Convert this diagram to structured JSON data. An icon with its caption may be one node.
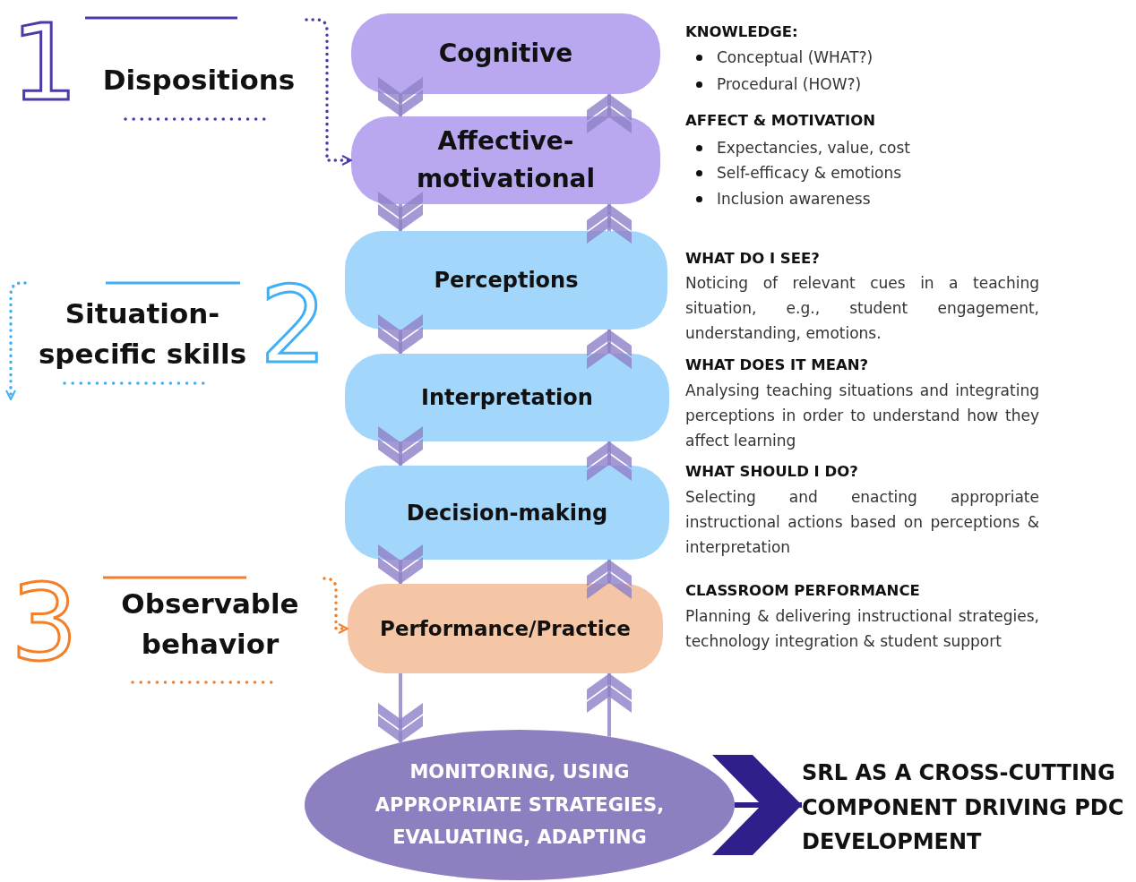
{
  "diagram": {
    "nodes": [
      {
        "text": [
          "Cognitive"
        ]
      },
      {
        "text": [
          "Affective-motivational"
        ]
      },
      {
        "text": [
          "Perceptions"
        ]
      },
      {
        "text": [
          "Interpretation"
        ]
      },
      {
        "text": [
          "Decision-making"
        ]
      },
      {
        "text": [
          "Performance/Practice"
        ]
      },
      {
        "text": [
          "MONITORING, USING APPROPRIATE STRATEGIES, EVALUATING, ADAPTING"
        ]
      },
      {
        "text": [
          "1",
          "Dispositions"
        ]
      },
      {
        "text": [
          "Situation-specific skills",
          "2"
        ]
      },
      {
        "text": [
          "3",
          "Observable behavior"
        ]
      },
      {
        "text": [
          "SRL AS A CROSS-CUTTING COMPONENT DRIVING PDC DEVELOPMENT"
        ]
      }
    ],
    "edges": [
      {
        "from": 0,
        "to": 1,
        "arrow": "to"
      },
      {
        "from": 1,
        "to": 2,
        "arrow": "to"
      },
      {
        "from": 2,
        "to": 3,
        "arrow": "to"
      },
      {
        "from": 3,
        "to": 4,
        "arrow": "to"
      },
      {
        "from": 4,
        "to": 5,
        "arrow": "to"
      },
      {
        "from": 5,
        "to": 6,
        "arrow": "to"
      },
      {
        "from": 6,
        "to": 5,
        "arrow": "to"
      },
      {
        "from": 5,
        "to": 4,
        "arrow": "to"
      },
      {
        "from": 4,
        "to": 3,
        "arrow": "to"
      },
      {
        "from": 3,
        "to": 2,
        "arrow": "to"
      },
      {
        "from": 2,
        "to": 1,
        "arrow": "to"
      },
      {
        "from": 1,
        "to": 0,
        "arrow": "to"
      },
      {
        "from": 6,
        "to": 10,
        "arrow": "to",
        "color": "#2e1f8a"
      },
      {
        "from": 7,
        "to": 1,
        "arrow": "to",
        "style": "dashed",
        "color": "#4b3aa8"
      },
      {
        "from": 8,
        "to": null,
        "arrow": "to",
        "style": "dashed",
        "color": "#3fb0f5"
      },
      {
        "from": 9,
        "to": 5,
        "arrow": "to",
        "style": "dashed",
        "color": "#f27f2a"
      }
    ],
    "labels": [
      "KNOWLEDGE:",
      "Conceptual (WHAT?)",
      "Procedural (HOW?)",
      "AFFECT & MOTIVATION",
      "Expectancies, value, cost",
      "Self-efficacy & emotions",
      "Inclusion awareness",
      "WHAT DO I SEE?",
      "Noticing of relevant cues in a teaching situation, e.g., student engagement, understanding, emotions.",
      "WHAT DOES IT MEAN?",
      "Analysing teaching situations and integrating perceptions in order to understand how they affect learning",
      "WHAT SHOULD I DO?",
      "Selecting and enacting appropriate instructional actions based on perceptions & interpretation",
      "CLASSROOM PERFORMANCE",
      "Planning & delivering instructional strategies, technology integration & student support"
    ]
  }
}
